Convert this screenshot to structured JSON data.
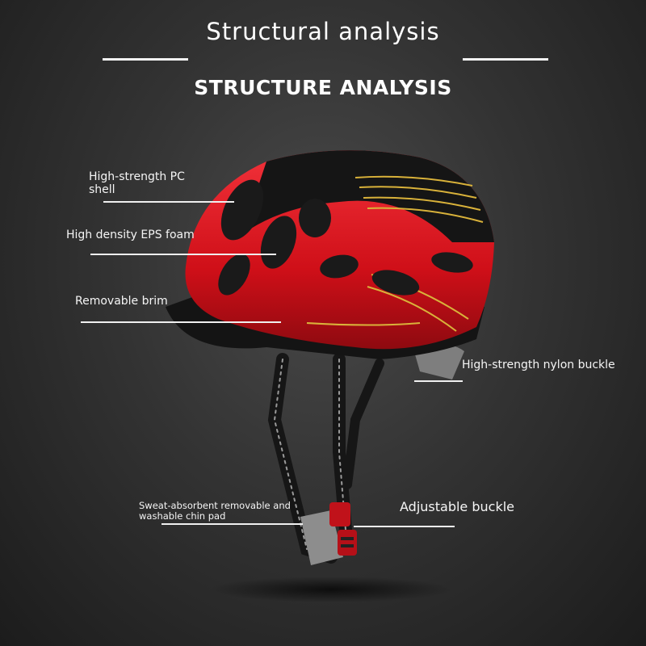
{
  "header": {
    "title": "Structural analysis",
    "subtitle": "STRUCTURE ANALYSIS"
  },
  "callouts": {
    "shell": "High-strength PC\nshell",
    "foam": "High density EPS foam",
    "brim": "Removable brim",
    "nylon_buckle": "High-strength nylon buckle",
    "chin_pad_line1": "Sweat-absorbent removable and",
    "chin_pad_line2": "washable chin pad",
    "adjustable_buckle": "Adjustable buckle"
  },
  "colors": {
    "shell_red": "#d6101a",
    "shell_black": "#141414",
    "accent_yellow": "#d9b23a",
    "strap_black": "#1a1a1a"
  }
}
